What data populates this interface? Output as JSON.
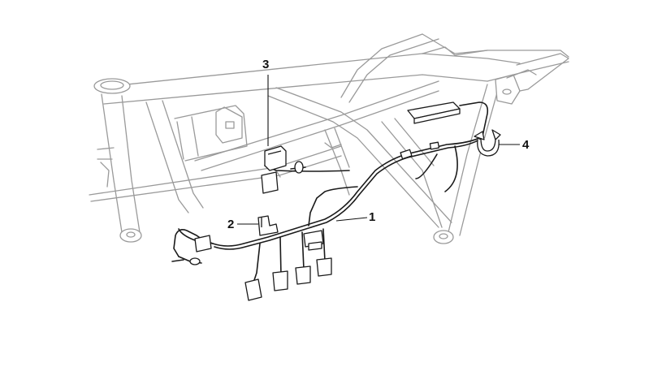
{
  "diagram": {
    "callouts": [
      {
        "id": "1",
        "label": "1",
        "part": "main-wiring-harness"
      },
      {
        "id": "2",
        "label": "2",
        "part": "connector-holder"
      },
      {
        "id": "3",
        "label": "3",
        "part": "relay-bracket"
      },
      {
        "id": "4",
        "label": "4",
        "part": "cable-strap"
      }
    ]
  },
  "colors": {
    "frame": "#9a9a9a",
    "harness": "#1a1a1a",
    "background": "#ffffff"
  }
}
